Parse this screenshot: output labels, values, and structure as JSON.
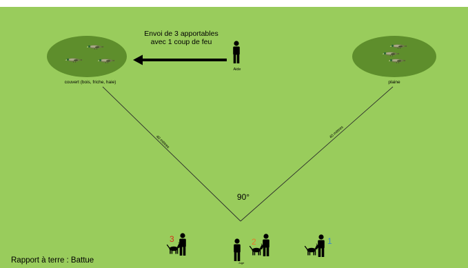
{
  "colors": {
    "field": "#99cc5c",
    "cover": "#5e8e2c",
    "text": "#000000",
    "red": "#d62d18",
    "orange": "#e8792a",
    "blue": "#3c86c8"
  },
  "diagram": {
    "instruction_line1": "Envoi de 3 apportables",
    "instruction_line2": "avec 1 coup de feu",
    "helper_label": "Aide",
    "left_zone_label": "couvert (bois, friche, haie)",
    "right_zone_label": "plaine",
    "left_distance": "40 mètres",
    "right_distance": "40 mètres",
    "angle": "90°",
    "judge_label": "Juge",
    "footer_title": "Rapport à terre : Battue",
    "team_numbers": [
      "3",
      "2",
      "1"
    ],
    "icons": [
      "bird-icon",
      "person-icon",
      "dog-icon",
      "arrow-left-icon"
    ]
  }
}
